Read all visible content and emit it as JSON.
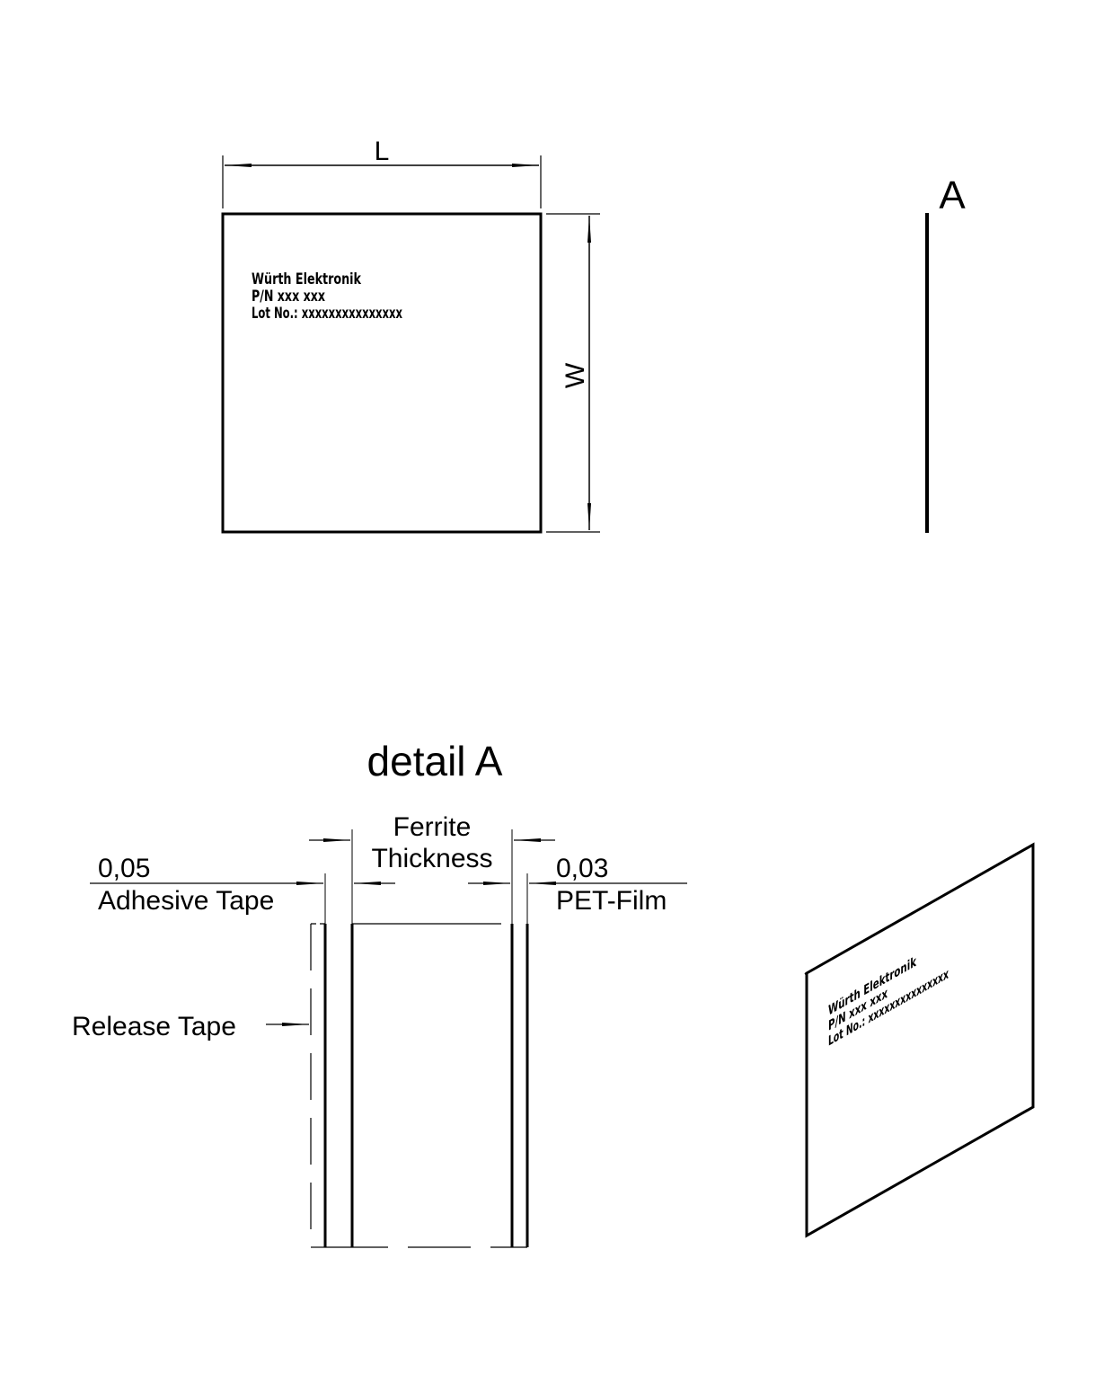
{
  "top_view": {
    "dim_length": "L",
    "dim_width": "W",
    "marking": [
      "Würth Elektronik",
      "P/N xxx xxx",
      "Lot No.: xxxxxxxxxxxxxxx"
    ]
  },
  "side_view": {
    "section_label": "A"
  },
  "detail": {
    "title": "detail A",
    "ferrite_line1": "Ferrite",
    "ferrite_line2": "Thickness",
    "adhesive_value": "0,05",
    "adhesive_label": "Adhesive Tape",
    "pet_value": "0,03",
    "pet_label": "PET-Film",
    "release_label": "Release Tape"
  },
  "iso_view": {
    "marking": [
      "Würth Elektronik",
      "P/N xxx xxx",
      "Lot No.: xxxxxxxxxxxxxxx"
    ]
  }
}
